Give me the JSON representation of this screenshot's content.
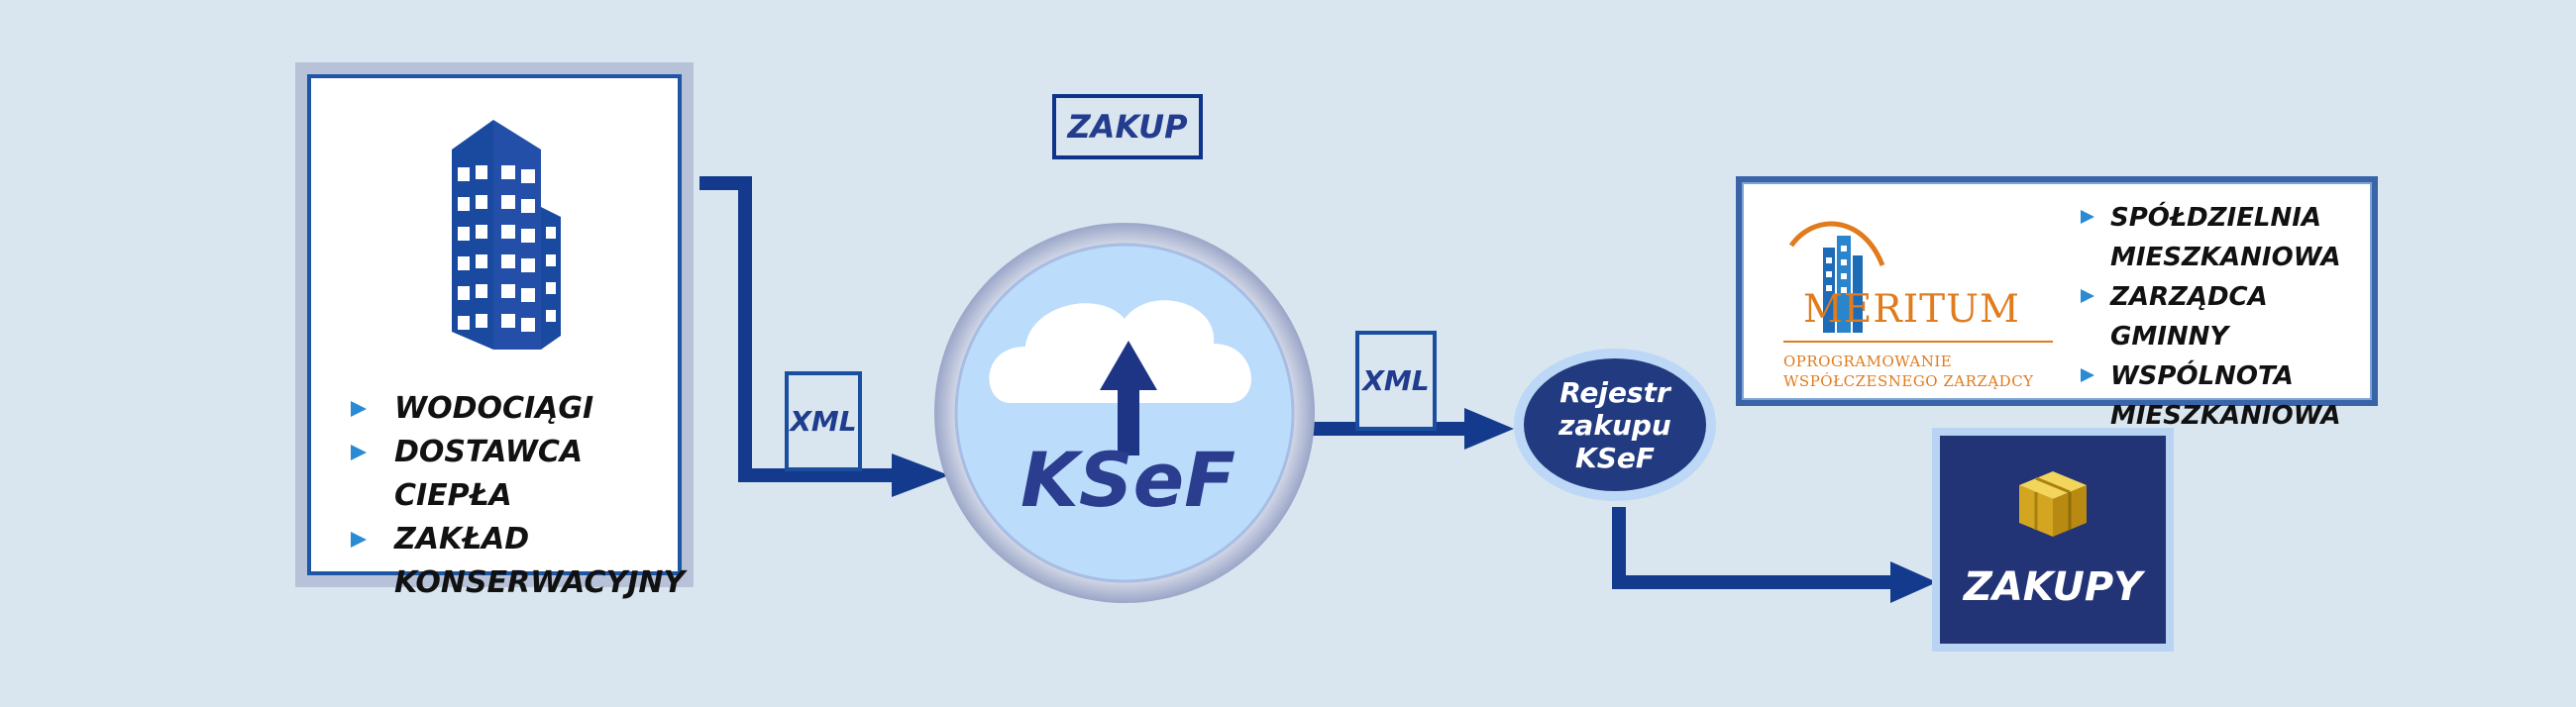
{
  "supplier": {
    "icon": "office-building-icon",
    "items": [
      "WODOCIĄGI",
      "DOSTAWCA CIEPŁA",
      "ZAKŁAD",
      "KONSERWACYJNY"
    ]
  },
  "zakup_label": "ZAKUP",
  "xml_left": "XML",
  "xml_right": "XML",
  "ksef": {
    "icon": "cloud-upload-icon",
    "label": "KSeF"
  },
  "rejestr": {
    "line1": "Rejestr",
    "line2": "zakupu",
    "line3": "KSeF"
  },
  "meritum": {
    "logo_name": "MERITUM",
    "tagline1": "OPROGRAMOWANIE",
    "tagline2": "WSPÓŁCZESNEGO ZARZĄDCY",
    "items": [
      "SPÓŁDZIELNIA",
      "MIESZKANIOWA",
      "ZARZĄDCA GMINNY",
      "WSPÓLNOTA",
      "MIESZKANIOWA"
    ]
  },
  "zakupy": {
    "icon": "package-box-icon",
    "label": "ZAKUPY"
  },
  "colors": {
    "background": "#d9e6ef",
    "arrow": "#133a8c",
    "navy": "#223376",
    "accent_orange": "#e07b1e",
    "bullet": "#2a8ad3"
  }
}
